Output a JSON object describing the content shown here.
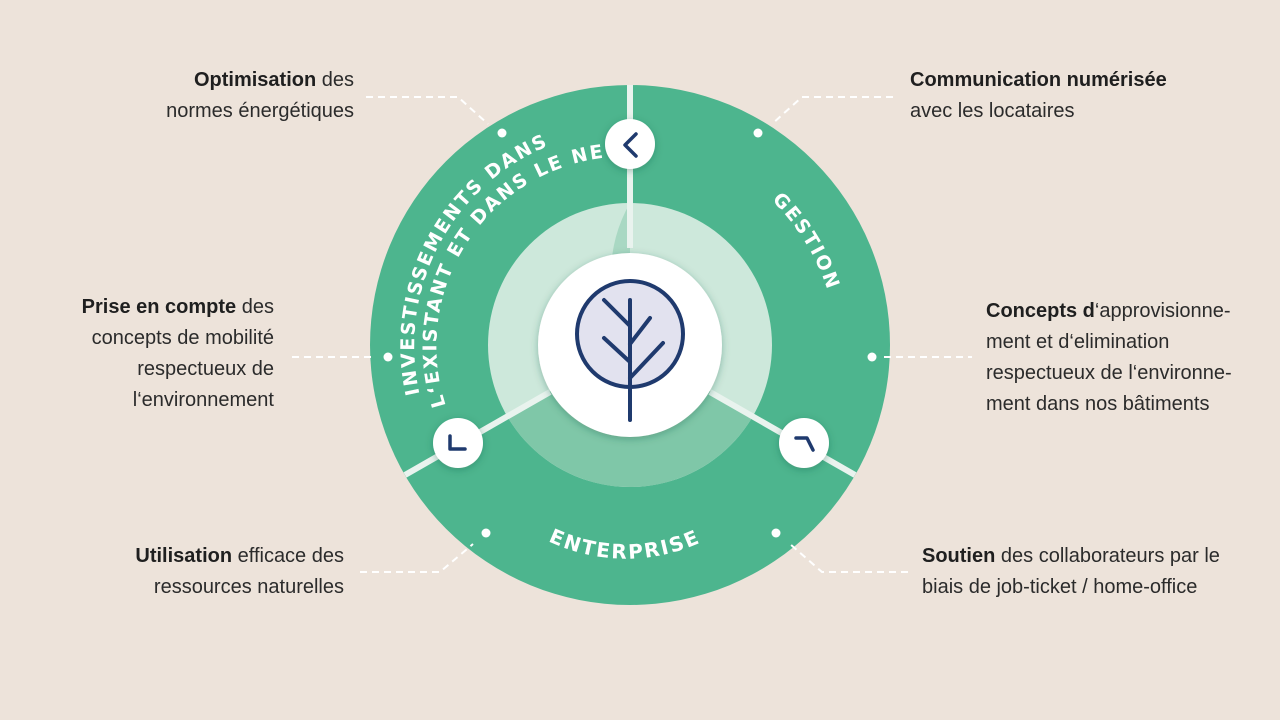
{
  "segments": {
    "investissements_line1": "INVESTISSEMENTS DANS",
    "investissements_line2": "L‘EXISTANT ET DANS LE NEUF",
    "gestion": "GESTION",
    "enterprise": "ENTERPRISE"
  },
  "callouts": {
    "top_left": {
      "bold": "Optimisation",
      "rest": " des",
      "line2": "normes énergétiques"
    },
    "mid_left": {
      "bold": "Prise en compte",
      "rest": " des",
      "line2": "concepts de mobilité",
      "line3": "respectueux de",
      "line4": "l‘environnement"
    },
    "bottom_left": {
      "bold": "Utilisation",
      "rest": " efficace des",
      "line2": "ressources naturelles"
    },
    "top_right": {
      "bold": "Communication numérisée",
      "line2": "avec les locataires"
    },
    "mid_right": {
      "bold": "Concepts d",
      "rest": "‘approvisionne-",
      "line2": "ment et d‘elimination",
      "line3": "respectueux de l‘environne-",
      "line4": "ment dans nos bâtiments"
    },
    "bottom_right": {
      "bold": "Soutien",
      "rest": " des collaborateurs par le",
      "line2": "biais de job-ticket / home-office"
    }
  },
  "colors": {
    "background": "#ede3da",
    "ring": "#4db58e",
    "inner_ring": "#a8d8c2",
    "center": "#ffffff",
    "tree": "#1f3a6e",
    "tree_fill": "#e2e2ef"
  },
  "icons": {
    "center": "tree-icon",
    "arrows": [
      "chevron-left-icon",
      "chevron-down-left-icon",
      "chevron-up-right-icon"
    ]
  }
}
